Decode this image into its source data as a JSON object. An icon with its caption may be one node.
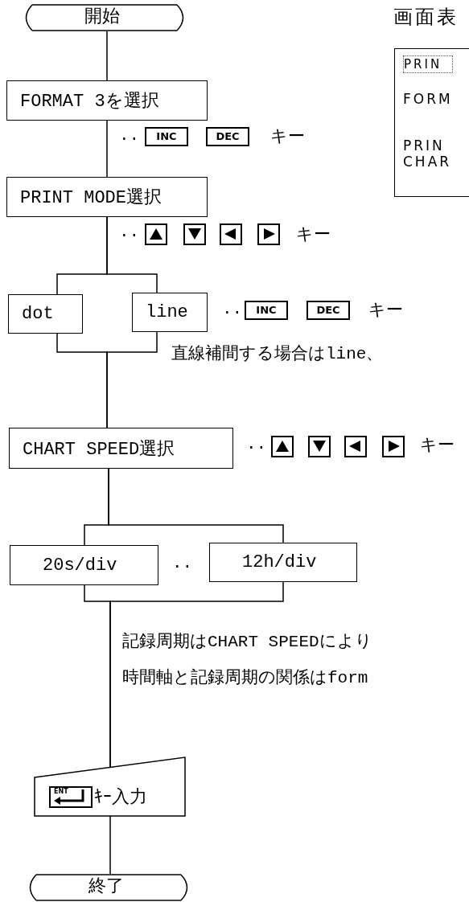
{
  "diagram": {
    "nodes": [
      {
        "text": [
          "開始"
        ]
      },
      {
        "text": [
          "FORMAT 3を選択"
        ]
      },
      {
        "text": [
          "PRINT MODE選択"
        ]
      },
      {
        "text": [
          "dot"
        ]
      },
      {
        "text": [
          "line"
        ]
      },
      {
        "text": [
          "CHART SPEED選択"
        ]
      },
      {
        "text": [
          "20s/div"
        ]
      },
      {
        "text": [
          "12h/div"
        ]
      },
      {
        "text": [
          "ENT",
          "ｷｰ入力"
        ]
      },
      {
        "text": [
          "終了"
        ]
      },
      {
        "text": [
          "画面表",
          "PRIN",
          "FORM",
          "PRIN CHAR"
        ]
      }
    ],
    "edges": [
      {
        "from": 0,
        "to": 1,
        "arrow": "none"
      },
      {
        "from": 1,
        "to": 2,
        "arrow": "none"
      },
      {
        "from": 2,
        "to": 3,
        "arrow": "none"
      },
      {
        "from": 2,
        "to": 4,
        "arrow": "none"
      },
      {
        "from": 3,
        "to": 5,
        "arrow": "none"
      },
      {
        "from": 4,
        "to": 5,
        "arrow": "none"
      },
      {
        "from": 5,
        "to": 6,
        "arrow": "none"
      },
      {
        "from": 5,
        "to": 7,
        "arrow": "none"
      },
      {
        "from": 6,
        "to": 8,
        "arrow": "none"
      },
      {
        "from": 7,
        "to": 8,
        "arrow": "none"
      },
      {
        "from": 8,
        "to": 9,
        "arrow": "none"
      }
    ],
    "labels": [
      "··",
      "INC",
      "DEC",
      "キー",
      "··",
      "キー",
      "··",
      "INC",
      "DEC",
      "キー",
      "直線補間する場合はline、",
      "··",
      "キー",
      "··",
      "記録周期はCHART SPEEDにより",
      "時間軸と記録周期の関係はform"
    ]
  }
}
